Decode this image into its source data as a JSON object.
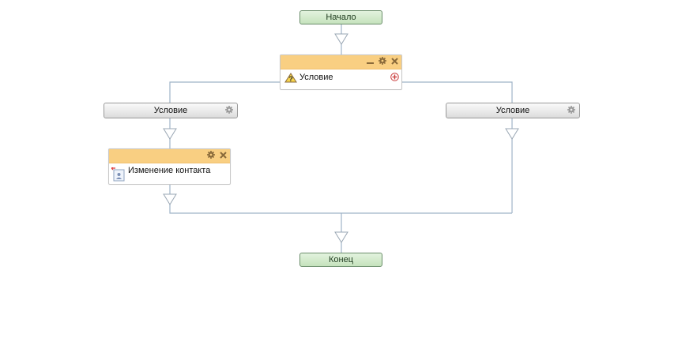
{
  "workflow": {
    "start_label": "Начало",
    "end_label": "Конец",
    "condition_block": {
      "label": "Условие"
    },
    "branches": [
      {
        "label": "Условие"
      },
      {
        "label": "Условие"
      }
    ],
    "contact_block": {
      "label": "Изменение контакта"
    }
  },
  "colors": {
    "terminal_fill": "#d2ebcb",
    "terminal_border": "#6b8e6b",
    "activity_header": "#f9cf82",
    "connector": "#9fb3c8",
    "icon_brown": "#8a6a3a"
  },
  "icons": [
    "minimize-icon",
    "gear-icon",
    "close-icon",
    "add-icon",
    "condition-icon",
    "contact-icon",
    "arrow-down-icon"
  ]
}
